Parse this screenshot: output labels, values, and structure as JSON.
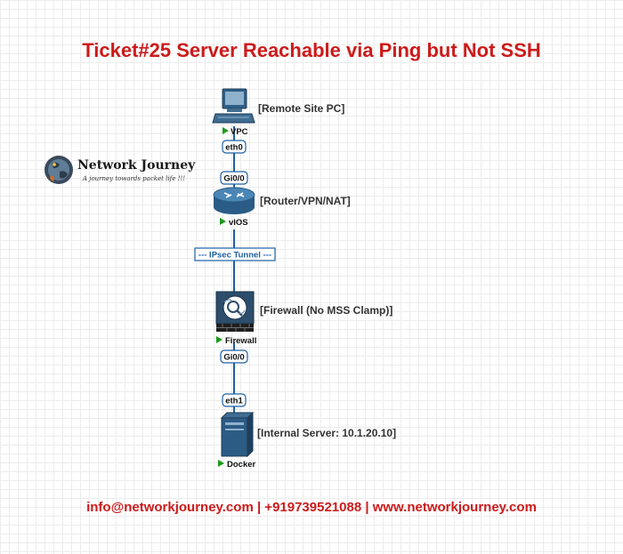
{
  "title": "Ticket#25 Server Reachable via Ping but Not SSH",
  "footer": "info@networkjourney.com | +919739521088 | www.networkjourney.com",
  "logo": {
    "name": "Network Journey",
    "tagline": "A journey towards packet life !!!"
  },
  "nodes": {
    "vpc": {
      "label": "[Remote Site PC]",
      "name": "VPC",
      "port": "eth0"
    },
    "vios": {
      "label": "[Router/VPN/NAT]",
      "name": "vIOS",
      "port": "Gi0/0"
    },
    "tunnel": {
      "label": "--- IPsec Tunnel ---"
    },
    "firewall": {
      "label": "[Firewall (No MSS Clamp)]",
      "name": "Firewall",
      "port": "Gi0/0"
    },
    "docker": {
      "label": "[Internal Server: 10.1.20.10]",
      "name": "Docker",
      "port": "eth1"
    }
  },
  "colors": {
    "title": "#cc1b1b",
    "link": "#1d5fa3",
    "run": "#1a9a1a"
  },
  "icons": [
    "pc-icon",
    "router-icon",
    "firewall-icon",
    "server-icon",
    "play-icon",
    "globe-logo-icon"
  ]
}
